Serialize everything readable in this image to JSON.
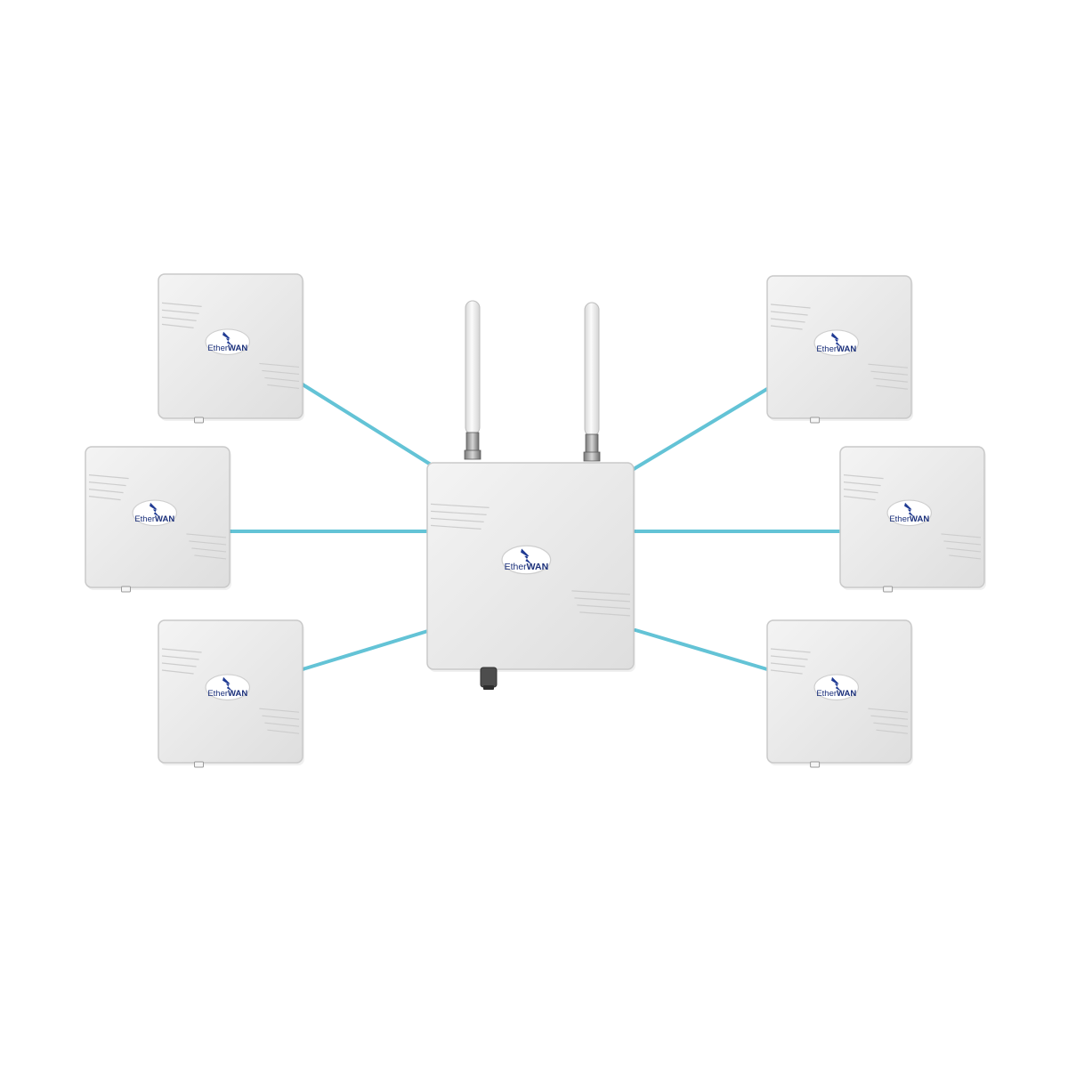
{
  "brand": {
    "prefix": "Ether",
    "suffix": "WAN",
    "mark_color": "#1f3a93",
    "text_color": "#1a2f7a"
  },
  "colors": {
    "background": "#ffffff",
    "link": "#63c3d6",
    "device_body": "#ececec",
    "device_edge": "#c9c9c9",
    "antenna": "#f2f2f2",
    "connector": "#8c8c8c"
  },
  "hub": {
    "name": "access-point",
    "antennas": 2
  },
  "clients": [
    {
      "id": "client-top-left"
    },
    {
      "id": "client-middle-left"
    },
    {
      "id": "client-bottom-left"
    },
    {
      "id": "client-top-right"
    },
    {
      "id": "client-middle-right"
    },
    {
      "id": "client-bottom-right"
    }
  ]
}
